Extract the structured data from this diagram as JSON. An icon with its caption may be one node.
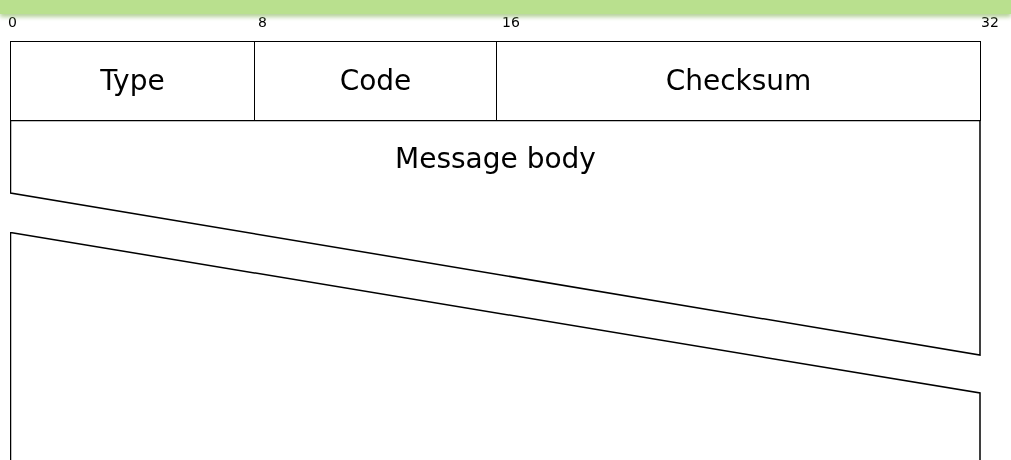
{
  "diagram": {
    "nodes": [
      {
        "text": [],
        "shape": "bar"
      },
      {
        "text": [
          "Type"
        ]
      },
      {
        "text": [
          "Code"
        ]
      },
      {
        "text": [
          "Checksum"
        ]
      },
      {
        "text": [
          "Message body"
        ]
      },
      {
        "text": [],
        "shape": "box"
      }
    ],
    "labels": [
      "0",
      "8",
      "16",
      "32"
    ]
  }
}
